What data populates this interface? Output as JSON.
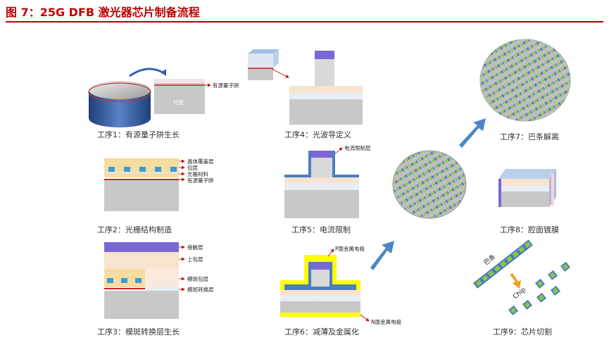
{
  "figure": {
    "title": "图 7：25G DFB 激光器芯片制备流程"
  },
  "captions": {
    "s1": "工序1：有源量子阱生长",
    "s2": "工序2：光栅结构制造",
    "s3": "工序3：模斑转换层生长",
    "s4": "工序4：光波导定义",
    "s5": "工序5：电流限制",
    "s6": "工序6：减薄及金属化",
    "s7": "工序7：巴条解离",
    "s8": "工序8：腔面镀膜",
    "s9": "工序9：芯片切割"
  },
  "labels": {
    "substrate": "衬底",
    "mqw1": "有源量子阱",
    "cap_layer": "晶体覆盖层",
    "clad": "包层",
    "grating_mat": "光栅材料",
    "mqw2": "有源量子阱",
    "contact": "接触层",
    "upper_clad": "上包层",
    "ssc_clad": "模斑包层",
    "ssc_layer": "模斑转换层",
    "current_block": "电流限制层",
    "p_metal": "P面金属电极",
    "n_metal": "N面金属电极",
    "bar": "巴条",
    "chip": "Chip"
  },
  "colors": {
    "title": "#c00000",
    "arrow": "#4a86c8",
    "metal": "#ffff00",
    "contact": "#7b68d6",
    "mqw": "#d02020",
    "grating": "#3a9bd6",
    "cap": "#f5dca0",
    "chip_green": "#8ec63f"
  }
}
